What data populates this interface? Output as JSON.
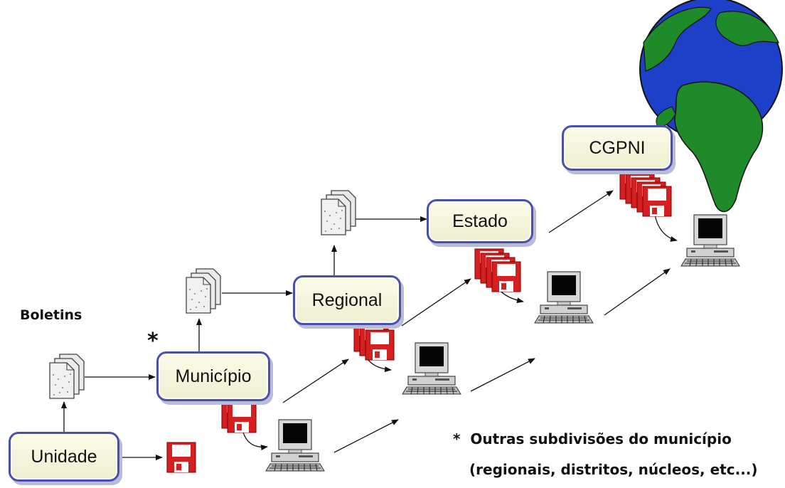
{
  "nodes": {
    "unidade": "Unidade",
    "municipio": "Município",
    "regional": "Regional",
    "estado": "Estado",
    "cgpni": "CGPNI"
  },
  "labels": {
    "boletins": "Boletins",
    "asterisk": "*",
    "note_line1": "*  Outras subdivisões do município",
    "note_line2": "(regionais, distritos, núcleos, etc...)"
  },
  "icons": {
    "document": "document-stack-icon",
    "floppy": "floppy-disk-icon",
    "computer": "desktop-computer-icon",
    "globe": "globe-icon"
  },
  "colors": {
    "node_border": "#4a4fa8",
    "node_fill": "#f7f7e0",
    "floppy_red": "#d42020",
    "globe_ocean": "#1e3fc8",
    "globe_land": "#1f8a2a"
  }
}
